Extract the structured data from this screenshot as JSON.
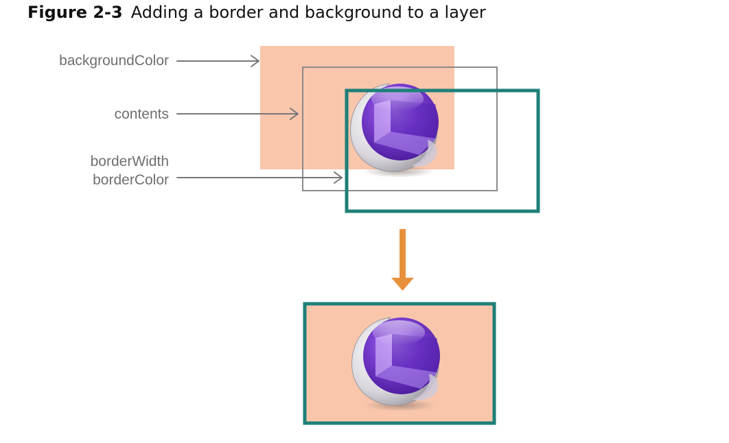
{
  "figure": {
    "number": "Figure 2-3",
    "title": "Adding a border and background to a layer"
  },
  "labels": {
    "background_color": "backgroundColor",
    "contents": "contents",
    "border_width": "borderWidth",
    "border_color": "borderColor"
  },
  "colors": {
    "background": "#f9c6ac",
    "border": "#1e8078",
    "contents_outline": "#8a8a8a",
    "arrow": "#e8913c",
    "label_text": "#6f6f6f"
  },
  "icons": [
    "sphere-app-icon"
  ]
}
